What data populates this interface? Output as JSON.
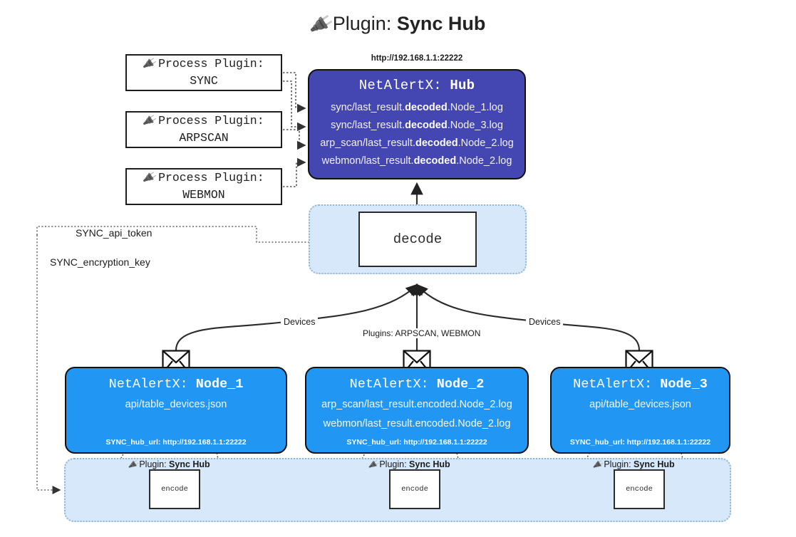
{
  "title": {
    "icon": "plug-icon",
    "prefix": "Plugin: ",
    "name": "Sync Hub"
  },
  "process_plugins": [
    {
      "icon": "plug-icon",
      "label": "Process Plugin:",
      "plugin": "SYNC"
    },
    {
      "icon": "plug-icon",
      "label": "Process Plugin:",
      "plugin": "ARPSCAN"
    },
    {
      "icon": "plug-icon",
      "label": "Process Plugin:",
      "plugin": "WEBMON"
    }
  ],
  "hub": {
    "url": "http://192.168.1.1:22222",
    "title_prefix": "NetAlertX: ",
    "title_name": "Hub",
    "logs": [
      {
        "pre": "sync/last_result.",
        "mid": "decoded",
        "post": ".Node_1.log"
      },
      {
        "pre": "sync/last_result.",
        "mid": "decoded",
        "post": ".Node_3.log"
      },
      {
        "pre": "arp_scan/last_result.",
        "mid": "decoded",
        "post": ".Node_2.log"
      },
      {
        "pre": "webmon/last_result.",
        "mid": "decoded",
        "post": ".Node_2.log"
      }
    ]
  },
  "decode": {
    "label": "decode"
  },
  "settings": {
    "api_token": "SYNC_api_token",
    "encryption_key": "SYNC_encryption_key"
  },
  "edges": {
    "devices_left": "Devices",
    "devices_right": "Devices",
    "plugins": "Plugins: ARPSCAN, WEBMON"
  },
  "nodes": [
    {
      "title_prefix": "NetAlertX: ",
      "title_name": "Node_1",
      "lines": [
        "api/table_devices.json"
      ],
      "footer": "SYNC_hub_url: http://192.168.1.1:22222"
    },
    {
      "title_prefix": "NetAlertX: ",
      "title_name": "Node_2",
      "lines": [
        "arp_scan/last_result.encoded.Node_2.log",
        "webmon/last_result.encoded.Node_2.log"
      ],
      "footer": "SYNC_hub_url: http://192.168.1.1:22222"
    },
    {
      "title_prefix": "NetAlertX: ",
      "title_name": "Node_3",
      "lines": [
        "api/table_devices.json"
      ],
      "footer": "SYNC_hub_url: http://192.168.1.1:22222"
    }
  ],
  "bottom": {
    "plugin_labels": [
      {
        "icon": "plug-icon",
        "prefix": "Plugin: ",
        "name": "Sync Hub"
      },
      {
        "icon": "plug-icon",
        "prefix": "Plugin: ",
        "name": "Sync Hub"
      },
      {
        "icon": "plug-icon",
        "prefix": "Plugin: ",
        "name": "Sync Hub"
      }
    ],
    "encode_label": "encode"
  },
  "colors": {
    "hub_fill": "#4446b2",
    "node_fill": "#2196f3",
    "container_fill": "#d6e8f9",
    "stroke": "#111111"
  }
}
